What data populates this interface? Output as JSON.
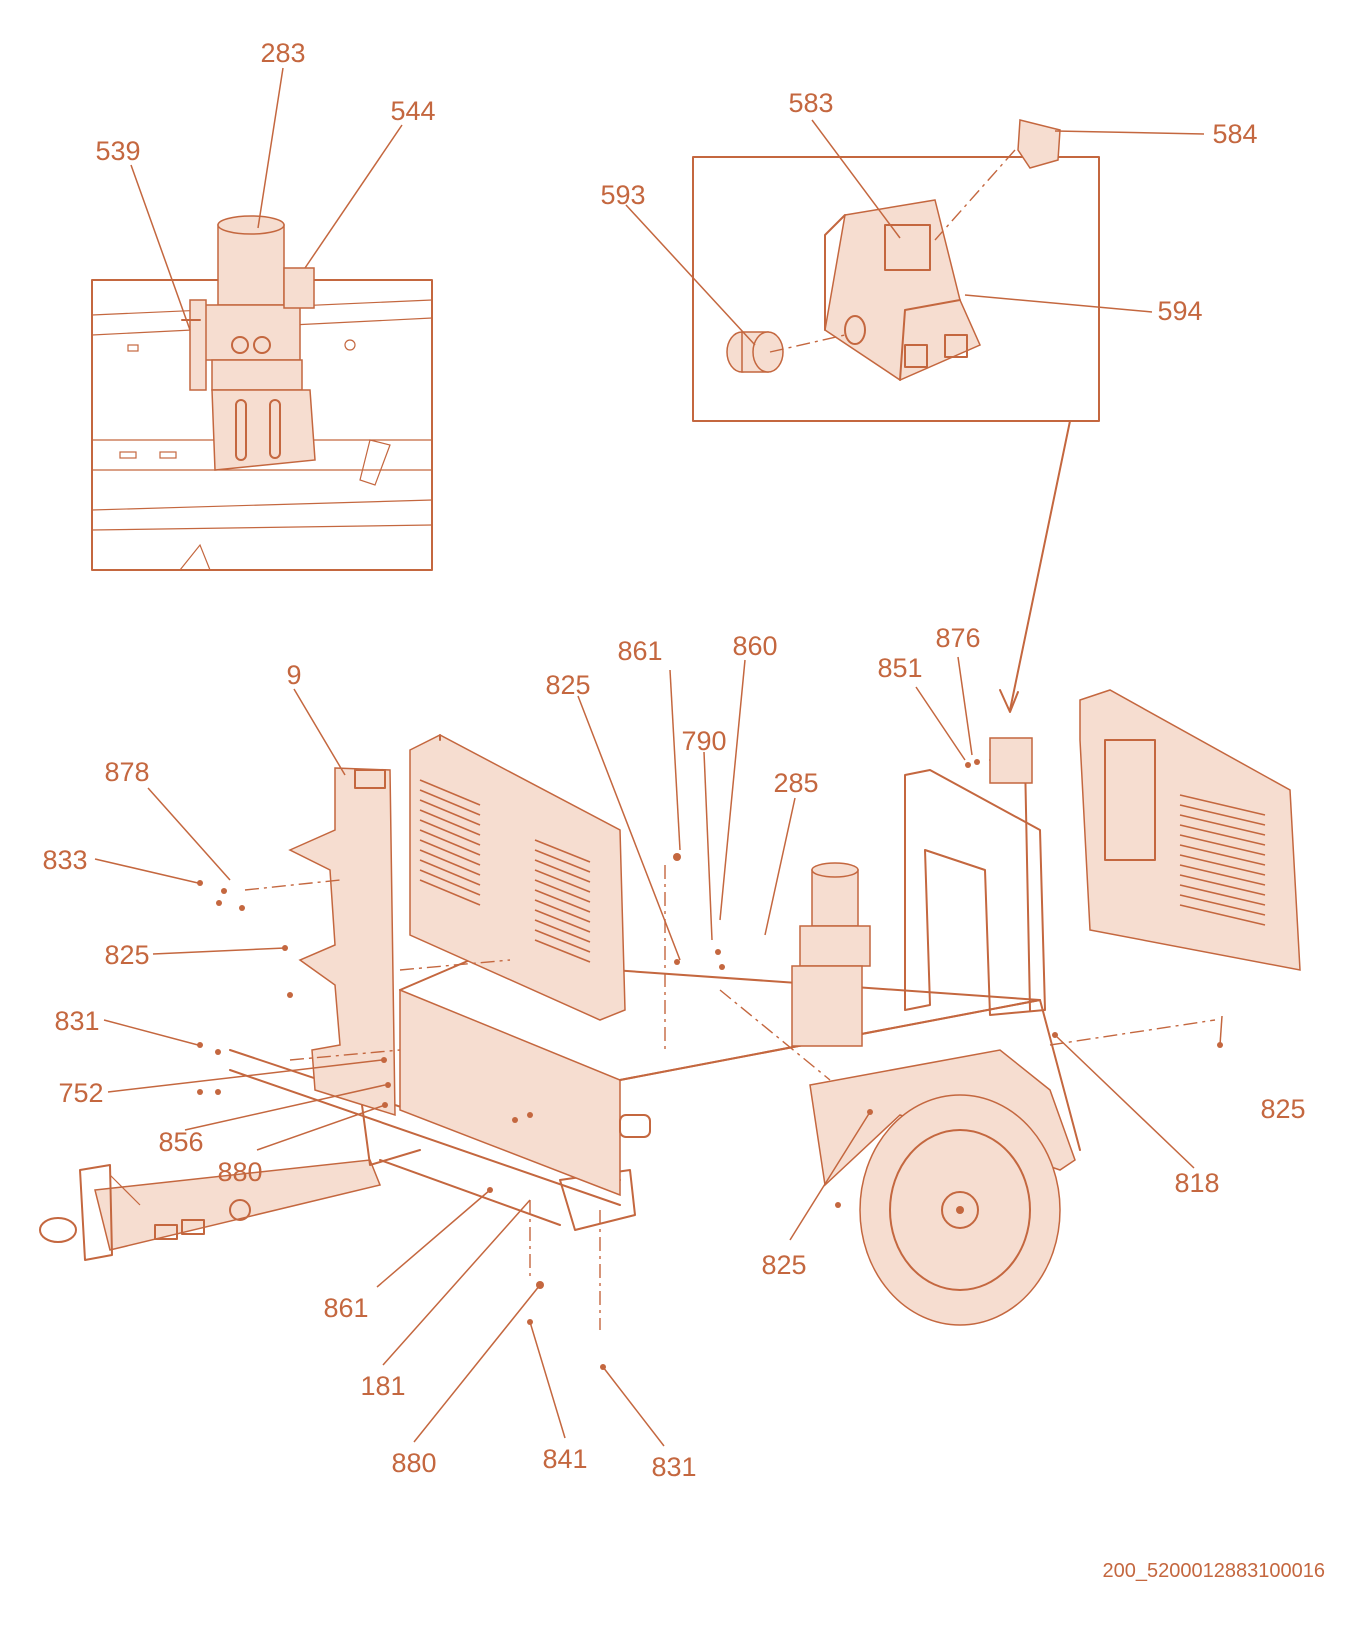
{
  "figure_id": "200_5200012883100016",
  "colors": {
    "line": "#c4673f",
    "fill": "#f6ddd0",
    "background": "#ffffff"
  },
  "callouts": [
    {
      "id": "c283",
      "label": "283"
    },
    {
      "id": "c544",
      "label": "544"
    },
    {
      "id": "c539",
      "label": "539"
    },
    {
      "id": "c583",
      "label": "583"
    },
    {
      "id": "c584",
      "label": "584"
    },
    {
      "id": "c593",
      "label": "593"
    },
    {
      "id": "c594",
      "label": "594"
    },
    {
      "id": "c861a",
      "label": "861"
    },
    {
      "id": "c860",
      "label": "860"
    },
    {
      "id": "c876",
      "label": "876"
    },
    {
      "id": "c851",
      "label": "851"
    },
    {
      "id": "c825a",
      "label": "825"
    },
    {
      "id": "c9",
      "label": "9"
    },
    {
      "id": "c790",
      "label": "790"
    },
    {
      "id": "c878",
      "label": "878"
    },
    {
      "id": "c285",
      "label": "285"
    },
    {
      "id": "c833",
      "label": "833"
    },
    {
      "id": "c825b",
      "label": "825"
    },
    {
      "id": "c831a",
      "label": "831"
    },
    {
      "id": "c752",
      "label": "752"
    },
    {
      "id": "c825c",
      "label": "825"
    },
    {
      "id": "c856",
      "label": "856"
    },
    {
      "id": "c880a",
      "label": "880"
    },
    {
      "id": "c818",
      "label": "818"
    },
    {
      "id": "c825d",
      "label": "825"
    },
    {
      "id": "c861b",
      "label": "861"
    },
    {
      "id": "c181",
      "label": "181"
    },
    {
      "id": "c880b",
      "label": "880"
    },
    {
      "id": "c841",
      "label": "841"
    },
    {
      "id": "c831b",
      "label": "831"
    }
  ]
}
